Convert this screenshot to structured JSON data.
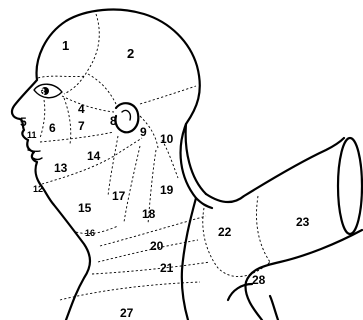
{
  "regions": [
    "1",
    "2",
    "3",
    "4",
    "5",
    "6",
    "7",
    "8",
    "9",
    "10",
    "11",
    "12",
    "13",
    "14",
    "15",
    "16",
    "17",
    "18",
    "19",
    "20",
    "21",
    "22",
    "23",
    "27",
    "28"
  ],
  "colors": {
    "line": "#000000",
    "background": "#ffffff"
  }
}
